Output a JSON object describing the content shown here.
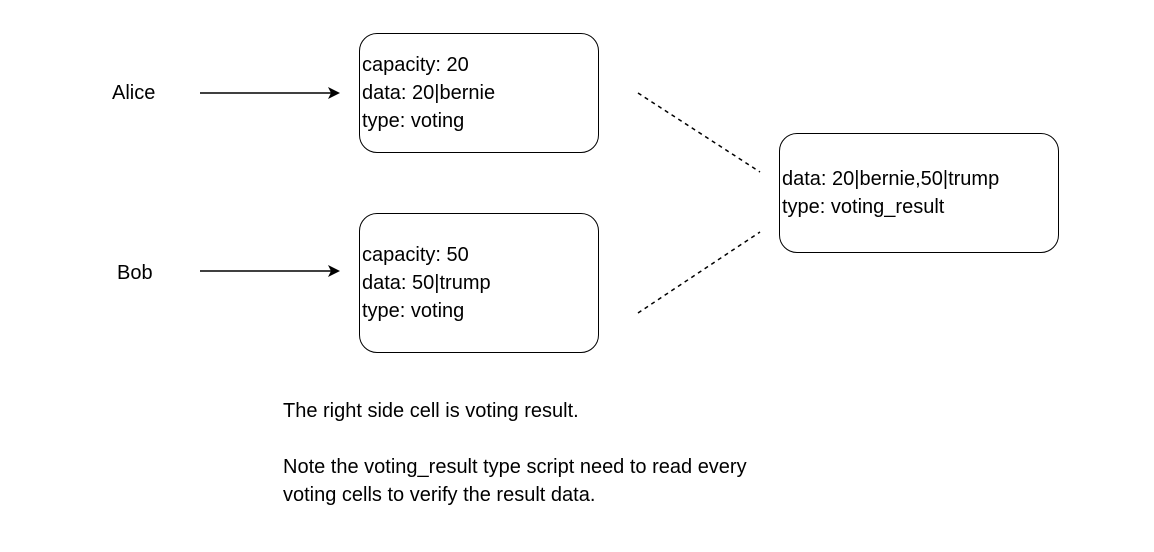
{
  "actors": {
    "alice": "Alice",
    "bob": "Bob"
  },
  "cells": {
    "alice_cell": {
      "capacity": "capacity: 20",
      "data": "data: 20|bernie",
      "type": "type: voting"
    },
    "bob_cell": {
      "capacity": "capacity: 50",
      "data": "data: 50|trump",
      "type": "type: voting"
    },
    "result_cell": {
      "data": "data: 20|bernie,50|trump",
      "type": "type: voting_result"
    }
  },
  "notes": {
    "line1": "The right side cell is voting result.",
    "line2": "Note the voting_result type script need to read every",
    "line3": "voting cells to verify the result data."
  }
}
